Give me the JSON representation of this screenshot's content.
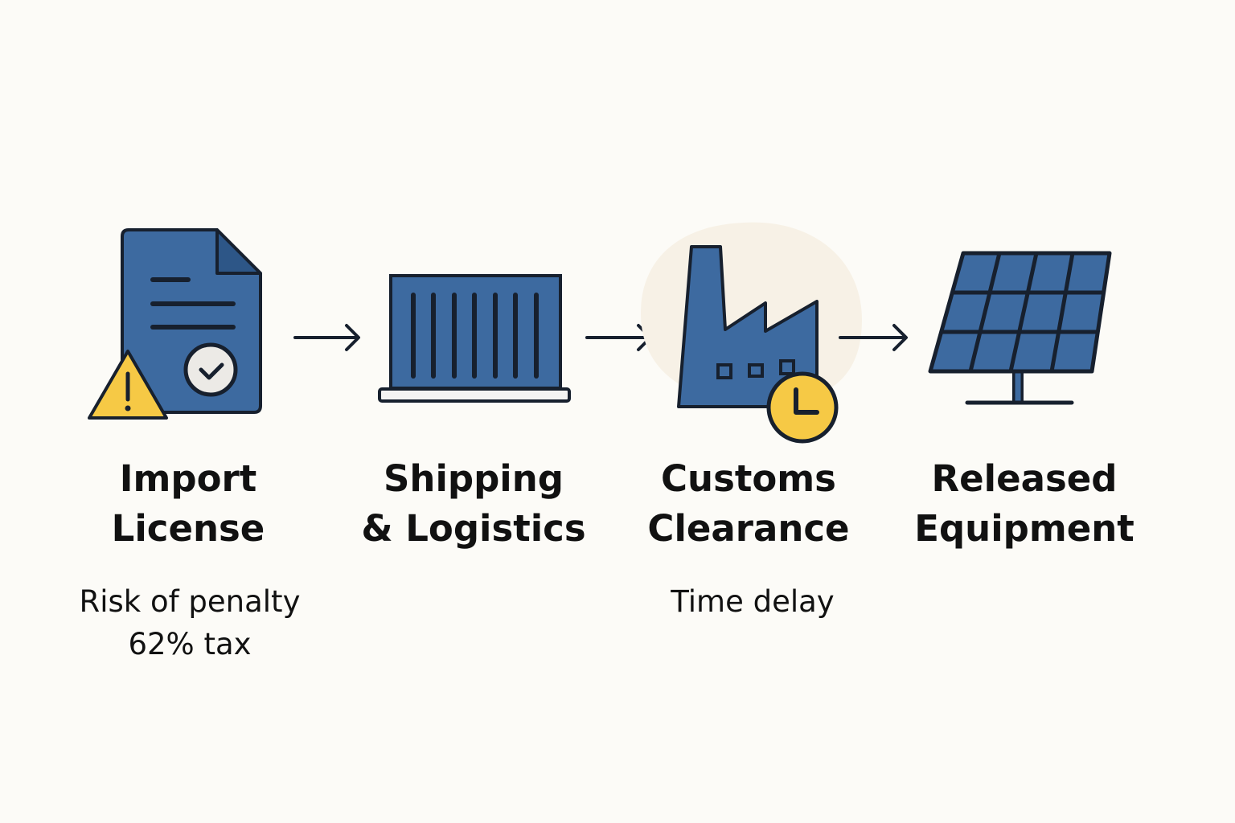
{
  "colors": {
    "background": "#fcfbf7",
    "icon_fill": "#3d6aa0",
    "outline": "#17202e",
    "warning": "#f6c945",
    "highlight_blob": "#f7f1e6",
    "text": "#111111"
  },
  "steps": [
    {
      "icon": "document-license-icon",
      "title_line1": "Import",
      "title_line2": "License",
      "note_line1": "Risk of penalty",
      "note_line2": "62% tax",
      "badges": [
        "warning-triangle-icon",
        "check-badge-icon"
      ]
    },
    {
      "icon": "shipping-container-icon",
      "title_line1": "Shipping",
      "title_line2": "& Logistics"
    },
    {
      "icon": "factory-icon",
      "title_line1": "Customs",
      "title_line2": "Clearance",
      "note_line1": "Time delay",
      "badges": [
        "clock-icon"
      ]
    },
    {
      "icon": "solar-panel-icon",
      "title_line1": "Released",
      "title_line2": "Equipment"
    }
  ],
  "connectors": [
    "arrow-right-icon",
    "arrow-right-icon",
    "arrow-right-icon"
  ]
}
